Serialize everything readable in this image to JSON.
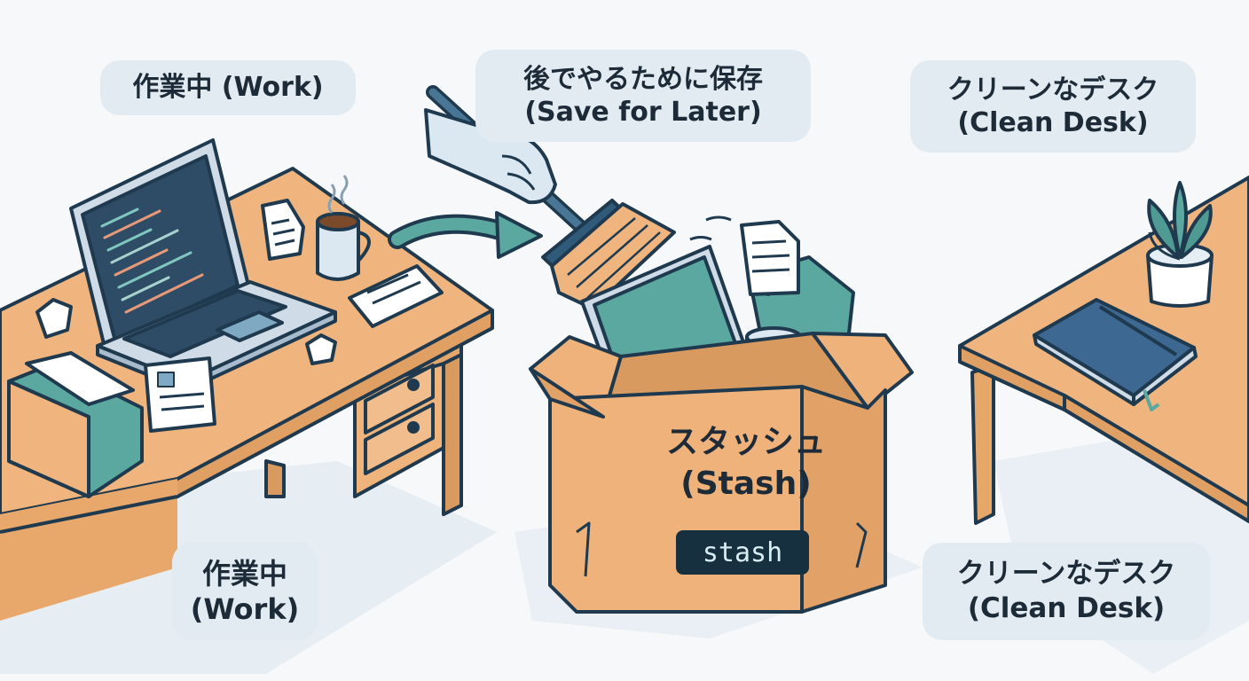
{
  "labels": {
    "work_top": {
      "jp": "作業中",
      "en": "(Work)"
    },
    "save_for_later": {
      "jp": "後でやるために保存",
      "en": "(Save for Later)"
    },
    "clean_desk_top": {
      "jp": "クリーンなデスク",
      "en": "(Clean Desk)"
    },
    "work_bottom": {
      "jp": "作業中",
      "en": "(Work)"
    },
    "clean_desk_bottom": {
      "jp": "クリーンなデスク",
      "en": "(Clean Desk)"
    }
  },
  "box": {
    "title_jp": "スタッシュ",
    "title_en": "(Stash)",
    "command": "stash"
  },
  "colors": {
    "desk_wood": "#f0b57e",
    "outline": "#1f3a4f",
    "teal": "#5aa89f",
    "screen": "#2f4c66",
    "box": "#efb27a",
    "label_bg": "#e3ebf2",
    "command_bg": "#17303f"
  }
}
